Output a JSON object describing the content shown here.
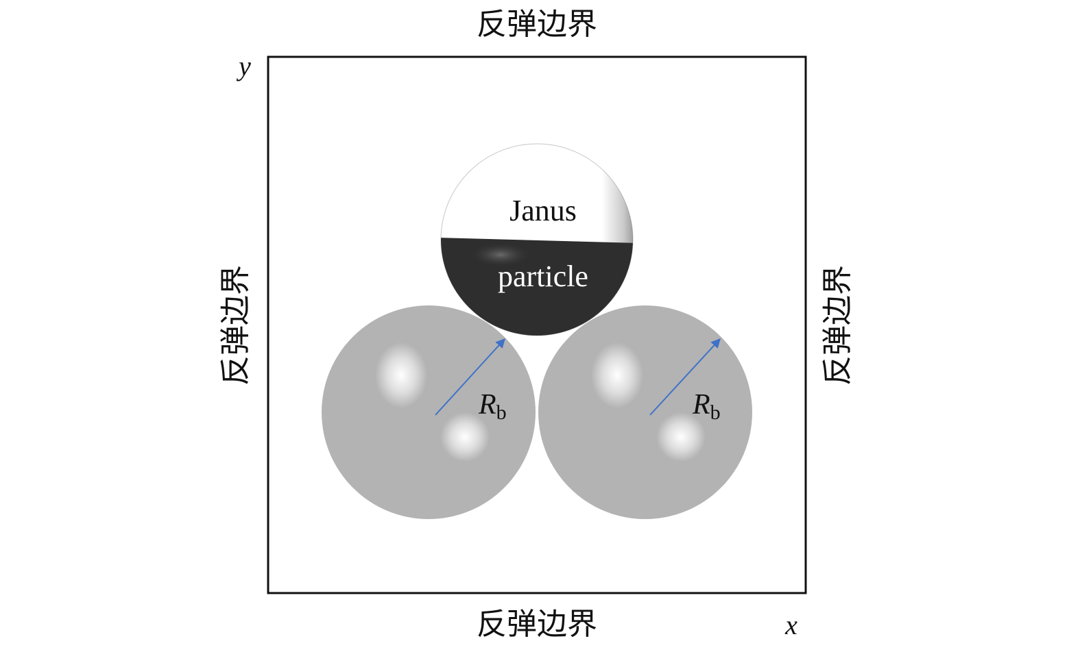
{
  "boundary_labels": {
    "top": "反弹边界",
    "bottom": "反弹边界",
    "left": "反弹边界",
    "right": "反弹边界"
  },
  "axes": {
    "x": "x",
    "y": "y"
  },
  "janus_particle": {
    "label_top": "Janus",
    "label_bottom": "particle"
  },
  "obstacles": [
    {
      "radius_symbol": "R",
      "radius_subscript": "b"
    },
    {
      "radius_symbol": "R",
      "radius_subscript": "b"
    }
  ],
  "colors": {
    "frame": "#111111",
    "obstacle": "#b3b3b3",
    "janus_dark": "#2e2e2e",
    "janus_light": "#ffffff",
    "arrow": "#3f72c8",
    "text": "#111111"
  }
}
